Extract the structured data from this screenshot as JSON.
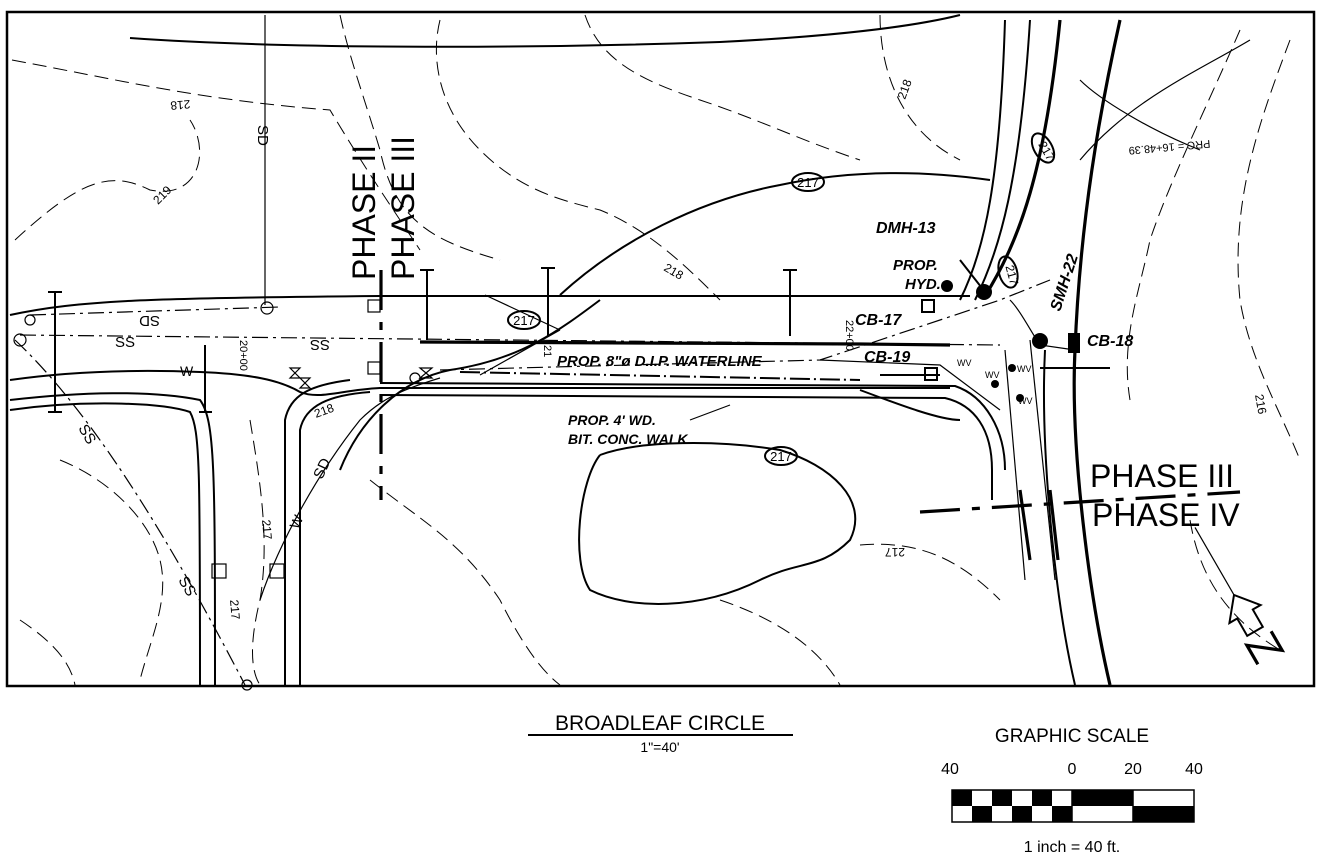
{
  "plan": {
    "title": "BROADLEAF CIRCLE",
    "scale_note": "1\"=40'",
    "phase_labels": {
      "phase_2": "PHASE II",
      "phase_3": "PHASE III",
      "phase_4": "PHASE IV"
    },
    "structures": {
      "dmh": "DMH-13",
      "hydrant_line1": "PROP.",
      "hydrant_line2": "HYD.",
      "cb17": "CB-17",
      "cb18": "CB-18",
      "cb19": "CB-19",
      "smh": "SMH-22"
    },
    "notes": {
      "waterline": "PROP. 8\"ø D.I.P. WATERLINE",
      "walk_line1": "PROP. 4' WD.",
      "walk_line2": "BIT. CONC. WALK",
      "prc": "PRC = 16+48.39"
    },
    "utility_codes": {
      "storm_drain": "SD",
      "sanitary_sewer": "SS",
      "water": "W",
      "water_valve": "WV"
    },
    "contours": {
      "c216": "216",
      "c217": "217",
      "c218": "218",
      "c219": "219"
    },
    "stations": {
      "s20": "20+00",
      "s21": "21",
      "s22": "22+00"
    }
  },
  "graphic_scale": {
    "title": "GRAPHIC SCALE",
    "ticks": [
      "40",
      "0",
      "20",
      "40"
    ],
    "note": "1 inch = 40 ft."
  }
}
